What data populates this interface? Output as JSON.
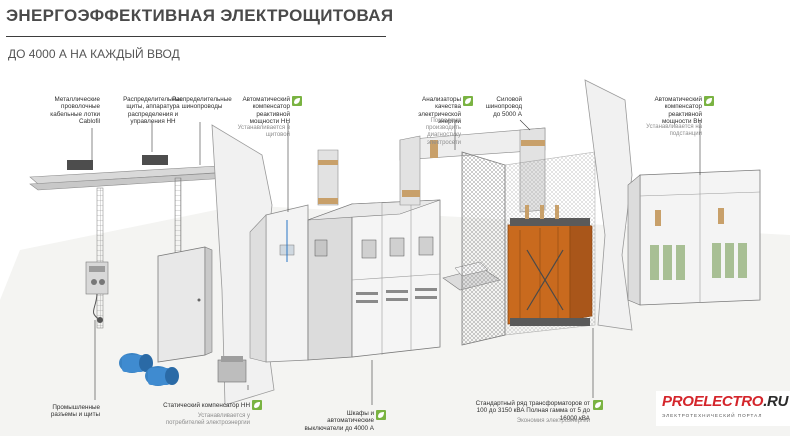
{
  "header": {
    "title": "ЭНЕРГОЭФФЕКТИВНАЯ ЭЛЕКТРОЩИТОВАЯ",
    "subtitle": "ДО 4000 А НА КАЖДЫЙ ВВОД"
  },
  "callouts": {
    "cable_trays": "Металлические проволочные кабельные лотки Cablofil",
    "distribution_boards": "Распределительные щиты, аппаратура распределения и управления НН",
    "busway_lv": "Распределительные шинопроводы",
    "compensator_auto_lv": "Автоматический компенсатор реактивной мощности НН",
    "compensator_auto_lv_note": "Устанавливается в щитовой",
    "analyzers": "Анализаторы качества электрической энергии",
    "analyzers_note": "Позволяют производить диагностику электросети",
    "busway_power": "Силовой шинопровод до 5000 А",
    "compensator_auto_hv": "Автоматический компенсатор реактивной мощности ВН",
    "compensator_auto_hv_note": "Устанавливается на подстанции",
    "industrial_sockets": "Промышленные разъемы и щиты",
    "compensator_static": "Статический компенсатор НН",
    "compensator_static_note": "Устанавливается у потребителей электроэнергии",
    "switch_cabinets": "Шкафы и автоматические выключатели до 4000 А",
    "transformers": "Стандартный ряд трансформаторов от 100 до 3150 кВА Полная гамма от 5 до 16000 кВА",
    "transformers_note": "Экономия электроэнергии"
  },
  "colors": {
    "badge": "#7ab342",
    "transformer": "#c96a1e",
    "logo_red": "#d4252b"
  },
  "icons": {
    "badge": "leaf-icon"
  },
  "logo": {
    "main_red": "PROELECTRO",
    "main_dark": ".RU",
    "sub": "ЭЛЕКТРОТЕХНИЧЕСКИЙ ПОРТАЛ"
  }
}
